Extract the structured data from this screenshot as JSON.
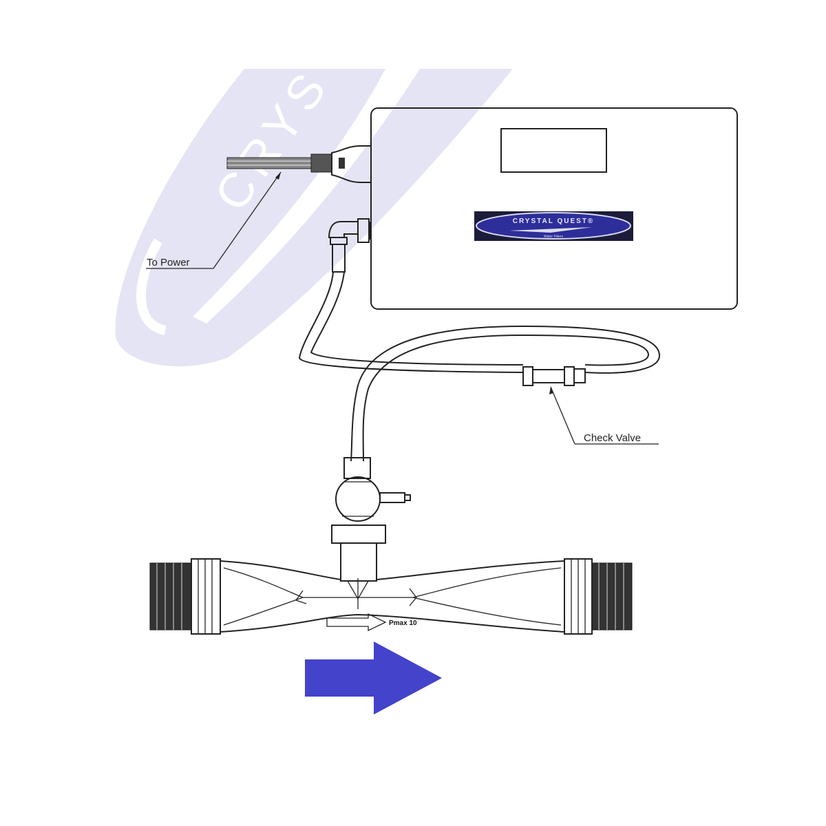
{
  "watermark": {
    "text": "CRYSTAL QUEST",
    "color": "#e4e4f4"
  },
  "logo": {
    "brand": "CRYSTAL QUEST®",
    "tagline": "Water Filters",
    "color": "#2e2e9a"
  },
  "labels": {
    "power": "To Power",
    "check_valve": "Check Valve",
    "pmax": "Pmax  10"
  },
  "flow_arrow": {
    "direction": "right",
    "color": "#4343cc"
  }
}
